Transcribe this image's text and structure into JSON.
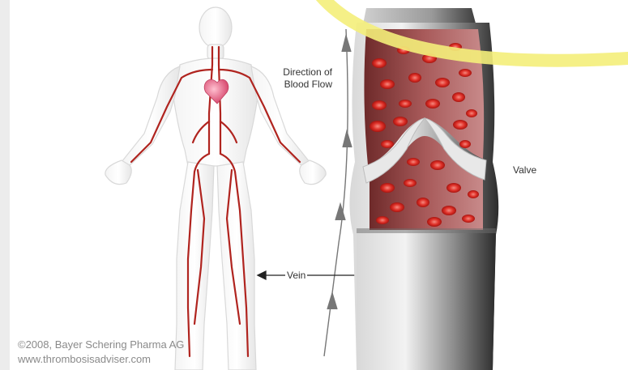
{
  "labels": {
    "direction_line1": "Direction of",
    "direction_line2": "Blood Flow",
    "valve": "Valve",
    "vein": "Vein"
  },
  "credits": {
    "line1": "©2008, Bayer Schering Pharma AG",
    "line2": "www.thrombosisadviser.com"
  },
  "colors": {
    "vessel_red": "#b0241f",
    "blood_cell": "#e0322a",
    "heart": "#e06a8a",
    "vein_wall_gray": "#9a9a9a",
    "highlight_yellow": "#f4ee7a"
  }
}
